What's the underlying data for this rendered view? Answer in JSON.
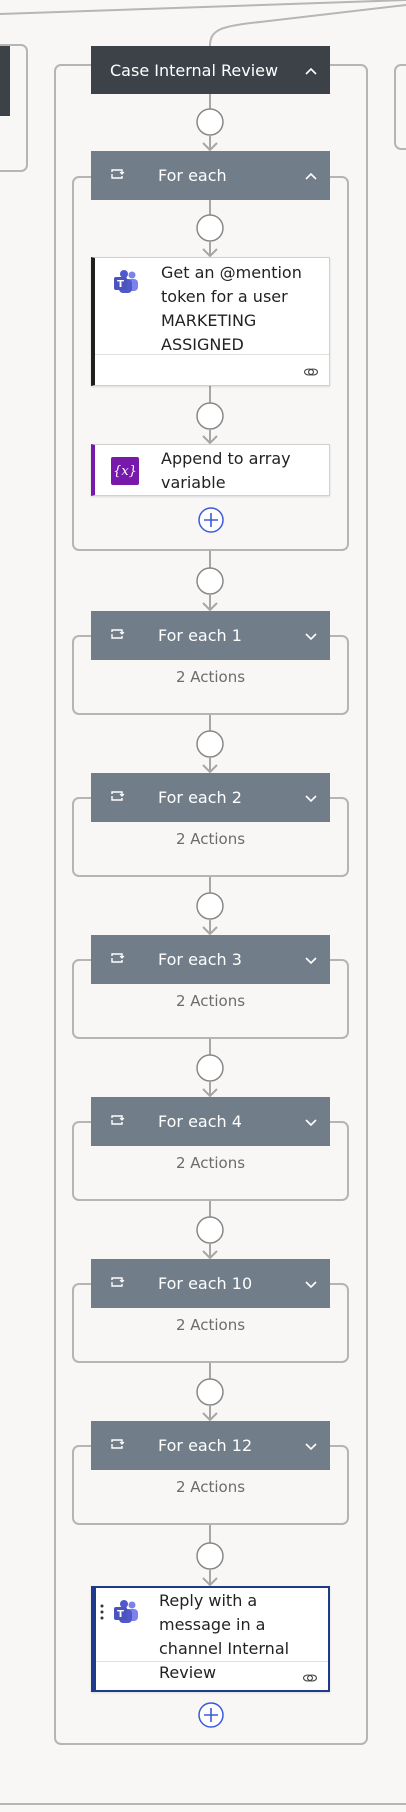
{
  "scope": {
    "title": "Case Internal Review"
  },
  "for_each_expanded": {
    "title": "For each",
    "actions": [
      {
        "label": "Get an @mention token for a user MARKETING ASSIGNED",
        "icon": "teams-icon",
        "accent": "#1f1f1f"
      },
      {
        "label": "Append to array variable",
        "icon": "variable-icon",
        "accent": "#7719aa"
      }
    ]
  },
  "collapsed_loops": [
    {
      "title": "For each 1",
      "summary": "2 Actions"
    },
    {
      "title": "For each 2",
      "summary": "2 Actions"
    },
    {
      "title": "For each 3",
      "summary": "2 Actions"
    },
    {
      "title": "For each 4",
      "summary": "2 Actions"
    },
    {
      "title": "For each 10",
      "summary": "2 Actions"
    },
    {
      "title": "For each 12",
      "summary": "2 Actions"
    }
  ],
  "reply_action": {
    "label": "Reply with a message in a channel Internal Review",
    "icon": "teams-icon",
    "accent": "#1e3a8a"
  },
  "colors": {
    "canvas": "#f8f7f6",
    "scope_header": "#3c4248",
    "loop_header": "#717d89",
    "frame_border": "#b7b5b3",
    "selected_border": "#1e3a8a",
    "add_button": "#3b5bdb"
  }
}
